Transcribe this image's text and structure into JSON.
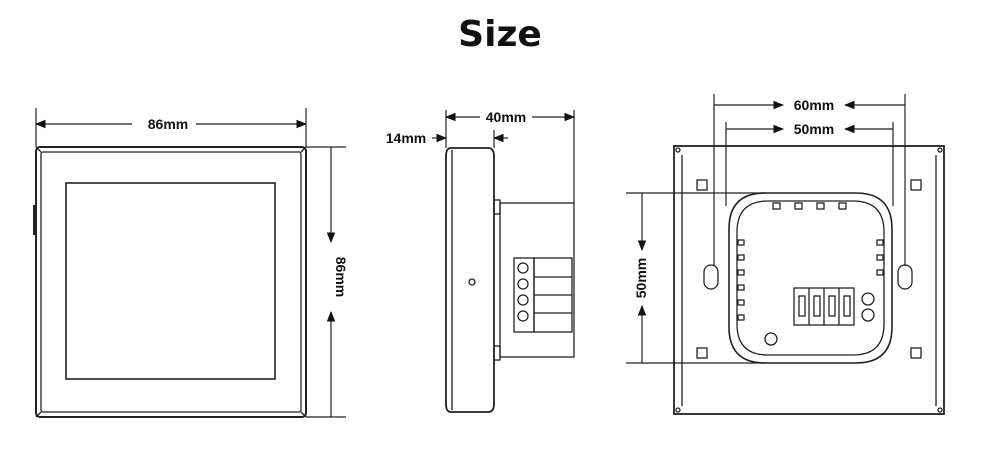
{
  "title": "Size",
  "front": {
    "width_label": "86mm",
    "height_label": "86mm"
  },
  "side": {
    "depth_label": "40mm",
    "plate_label": "14mm"
  },
  "back": {
    "outer_label": "60mm",
    "inner_label": "50mm",
    "height_label": "50mm"
  },
  "colors": {
    "line": "#222222",
    "background": "#ffffff"
  }
}
